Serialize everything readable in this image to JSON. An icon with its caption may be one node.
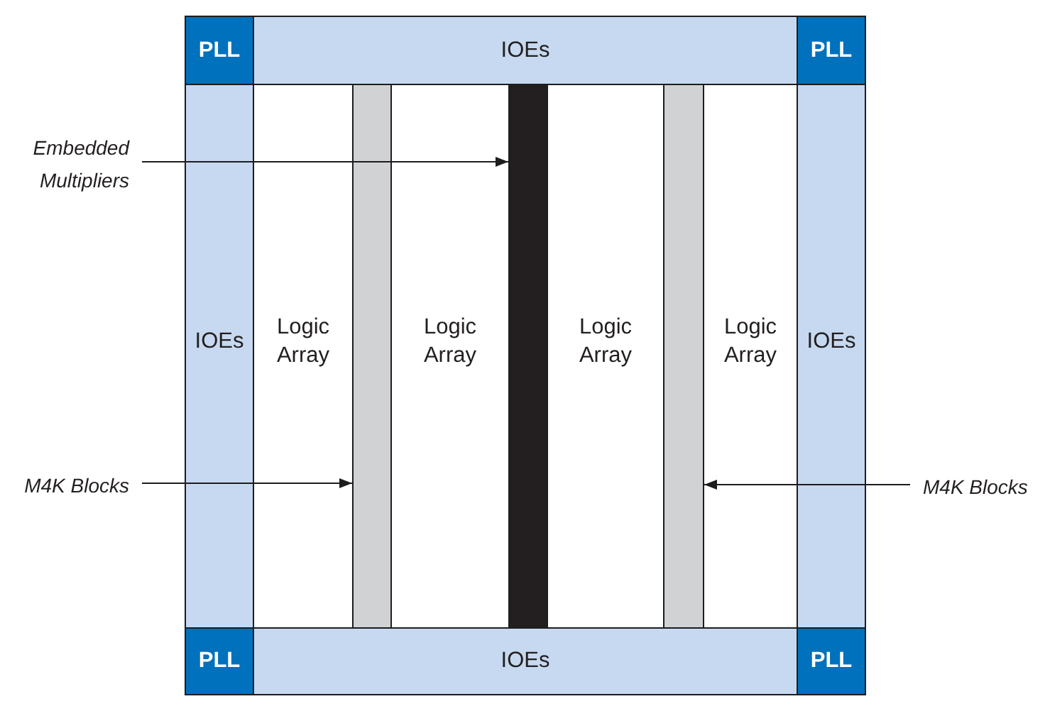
{
  "diagram": {
    "nodes": [
      {
        "text": [
          "PLL"
        ]
      },
      {
        "text": [
          "IOEs"
        ]
      },
      {
        "text": [
          "PLL"
        ]
      },
      {
        "text": [
          "Embedded Multipliers"
        ]
      },
      {
        "text": [
          "IOEs"
        ]
      },
      {
        "text": [
          "Logic Array"
        ]
      },
      {
        "text": [],
        "shape": "bar"
      },
      {
        "text": [
          "Logic Array"
        ]
      },
      {
        "text": [],
        "shape": "bar"
      },
      {
        "text": [
          "Logic Array"
        ]
      },
      {
        "text": [],
        "shape": "bar"
      },
      {
        "text": [
          "Logic Array"
        ]
      },
      {
        "text": [
          "IOEs"
        ]
      },
      {
        "text": [
          "M4K Blocks"
        ]
      },
      {
        "text": [
          "M4K Blocks"
        ]
      },
      {
        "text": [
          "PLL"
        ]
      },
      {
        "text": [
          "IOEs"
        ]
      },
      {
        "text": [
          "PLL"
        ]
      }
    ],
    "edges": [
      {
        "from": 3,
        "to": 8,
        "arrow": "to"
      },
      {
        "from": 13,
        "to": 6,
        "arrow": "to"
      },
      {
        "from": 14,
        "to": 10,
        "arrow": "to"
      }
    ]
  }
}
